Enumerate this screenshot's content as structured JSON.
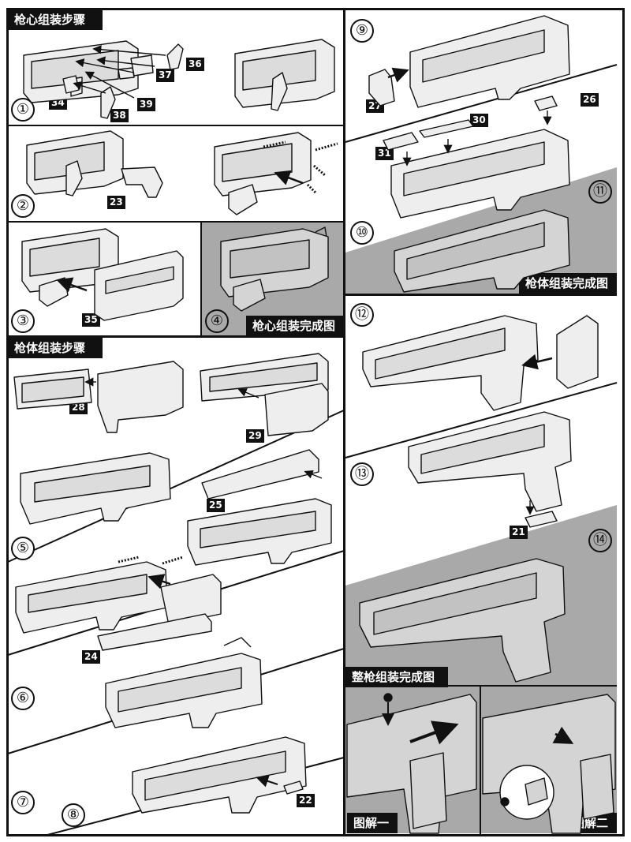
{
  "core": {
    "title": "枪心组装步骤",
    "complete_caption": "枪心组装完成图",
    "steps": [
      "①",
      "②",
      "③",
      "④"
    ],
    "parts": {
      "p34": "34",
      "p36": "36",
      "p37": "37",
      "p38": "38",
      "p39": "39",
      "p23": "23",
      "p35": "35"
    }
  },
  "body": {
    "title": "枪体组装步骤",
    "steps": [
      "⑤",
      "⑥",
      "⑦",
      "⑧",
      "⑨",
      "⑩",
      "⑪",
      "⑫",
      "⑬",
      "⑭"
    ],
    "complete_caption": "枪体组装完成图",
    "parts": {
      "p28": "28",
      "p29": "29",
      "p25": "25",
      "p24": "24",
      "p22": "22",
      "p27": "27",
      "p26": "26",
      "p30": "30",
      "p31": "31",
      "p21": "21"
    }
  },
  "final": {
    "title": "整枪组装完成图",
    "diagram1_caption": "图解一",
    "diagram2_caption": "图解二"
  },
  "colors": {
    "ink": "#111111",
    "shade": "#a9a9a9",
    "paper": "#ffffff"
  }
}
